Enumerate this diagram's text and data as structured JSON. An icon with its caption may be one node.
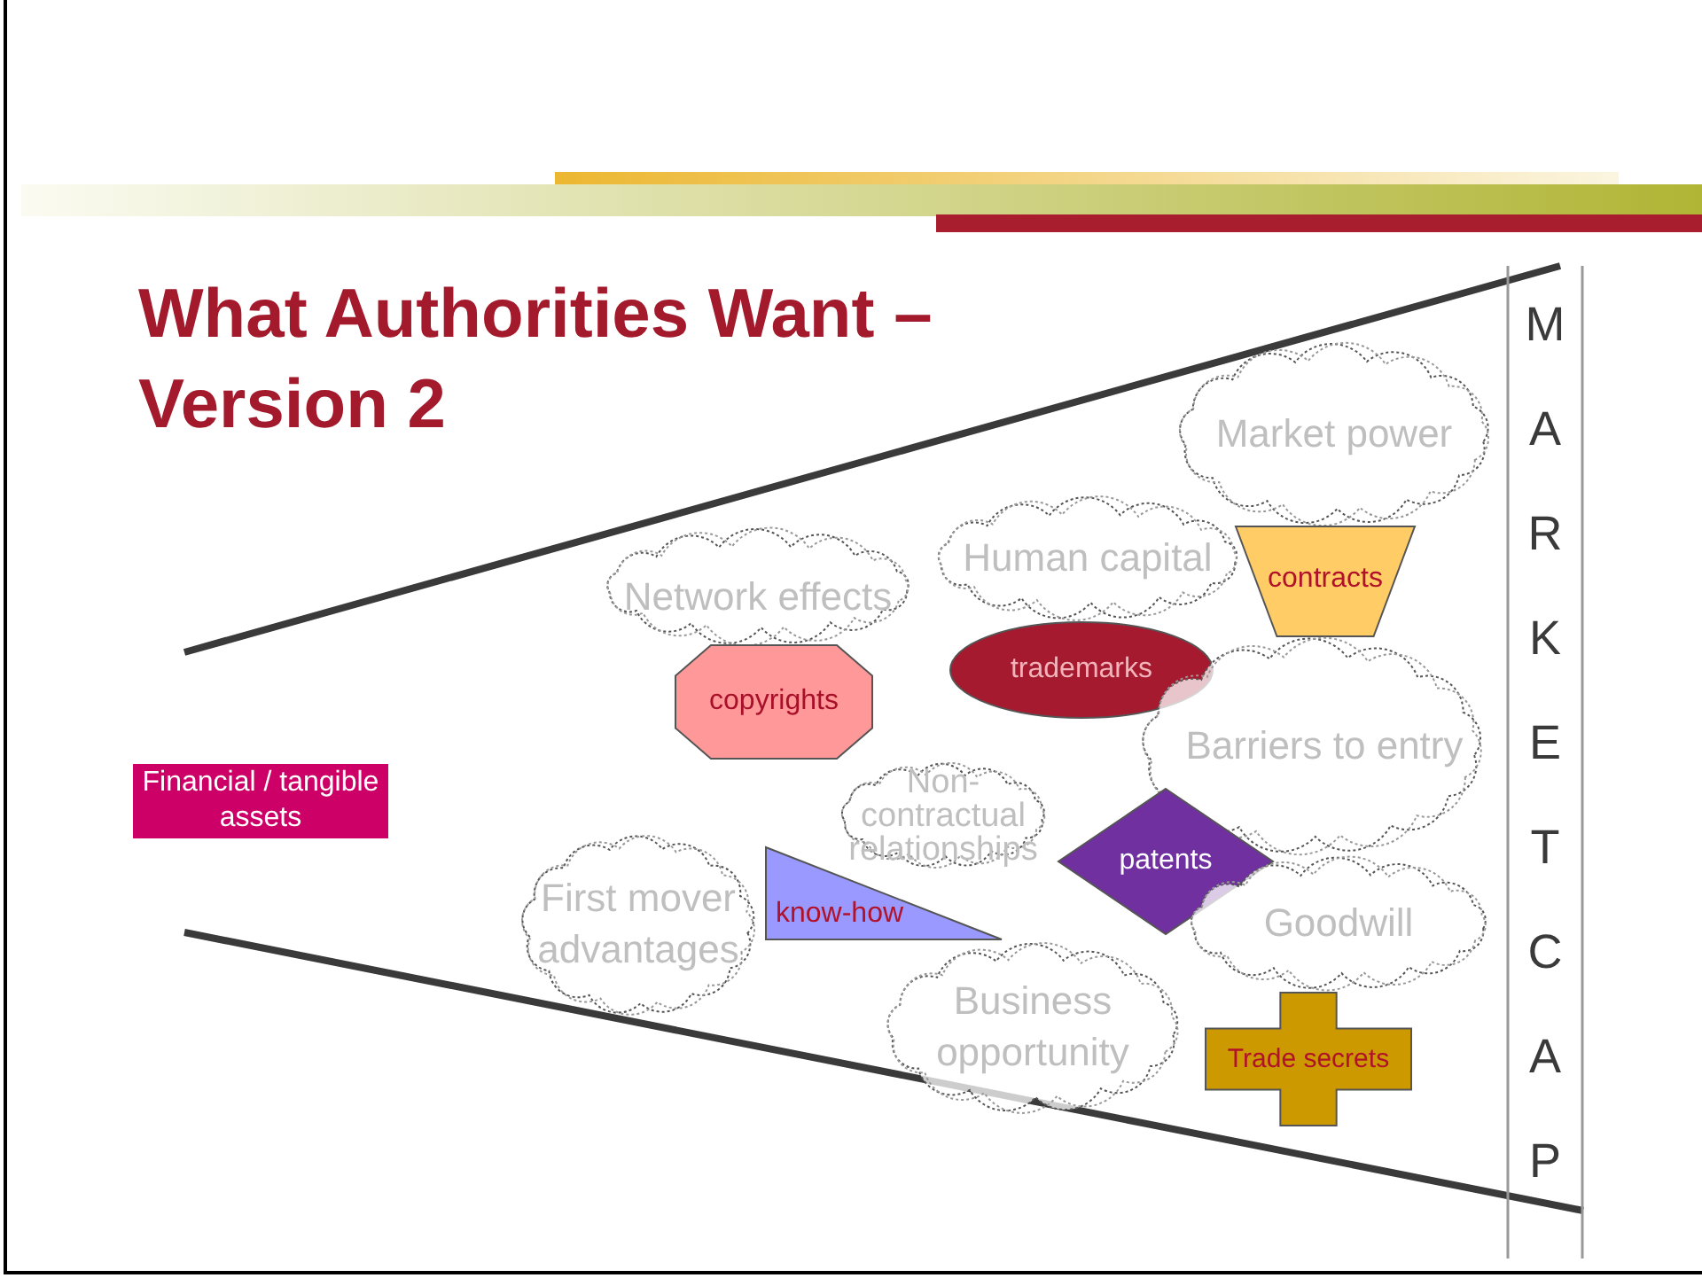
{
  "diagram": {
    "title": "What Authorities Want – Version 2",
    "nodes": [
      {
        "text": [
          "Financial / tangible assets"
        ]
      },
      {
        "text": [
          "Market power"
        ]
      },
      {
        "text": [
          "contracts"
        ]
      },
      {
        "text": [
          "Human capital"
        ]
      },
      {
        "text": [
          "Network effects"
        ]
      },
      {
        "text": [
          "trademarks"
        ]
      },
      {
        "text": [
          "copyrights"
        ]
      },
      {
        "text": [
          "Barriers to entry"
        ]
      },
      {
        "text": [
          "Non-contractual relationships"
        ]
      },
      {
        "text": [
          "patents"
        ]
      },
      {
        "text": [
          "First mover advantages"
        ]
      },
      {
        "text": [
          "know-how"
        ]
      },
      {
        "text": [
          "Business opportunity"
        ]
      },
      {
        "text": [
          "Goodwill"
        ]
      },
      {
        "text": [
          "Trade secrets"
        ]
      },
      {
        "text": [
          "MARKET CAP"
        ]
      }
    ]
  }
}
